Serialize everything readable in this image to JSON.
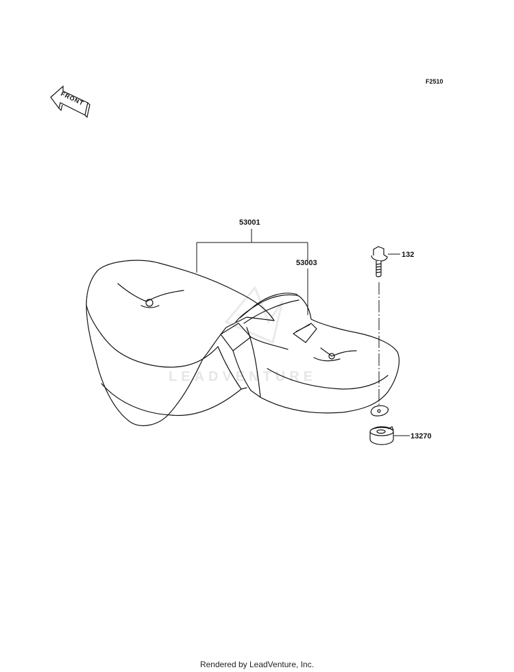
{
  "figure_code": "F2510",
  "front_indicator": "FRONT",
  "watermark": "LEADVENTURE",
  "parts": [
    {
      "number": "53001",
      "part": "seat-assembly"
    },
    {
      "number": "53003",
      "part": "seat-pillion"
    },
    {
      "number": "132",
      "part": "bolt"
    },
    {
      "number": "13270",
      "part": "collar"
    }
  ],
  "footer": "Rendered by LeadVenture, Inc.",
  "colors": {
    "line": "#111111",
    "watermark": "#e9e9e9"
  }
}
